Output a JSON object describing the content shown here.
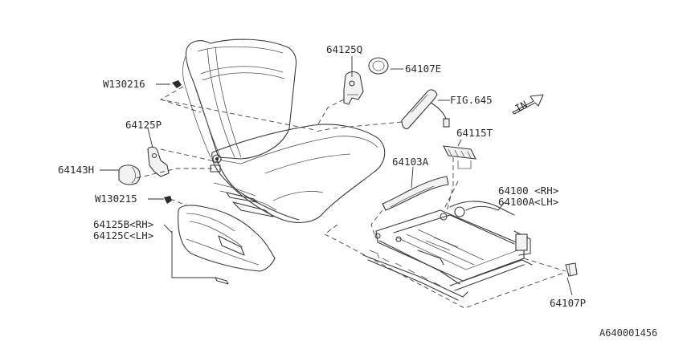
{
  "diagram": {
    "labels": {
      "p64125Q": "64125Q",
      "p64107E": "64107E",
      "w130216": "W130216",
      "fig645": "FIG.645",
      "p64125P": "64125P",
      "p64115T": "64115T",
      "p64143H": "64143H",
      "p64103A": "64103A",
      "w130215": "W130215",
      "p64100rh": "64100 <RH>",
      "p64100lh": "64100A<LH>",
      "p64125Brh": "64125B<RH>",
      "p64125Clh": "64125C<LH>",
      "p64107P": "64107P",
      "in_arrow": "IN"
    },
    "reference_code": "A640001456"
  }
}
